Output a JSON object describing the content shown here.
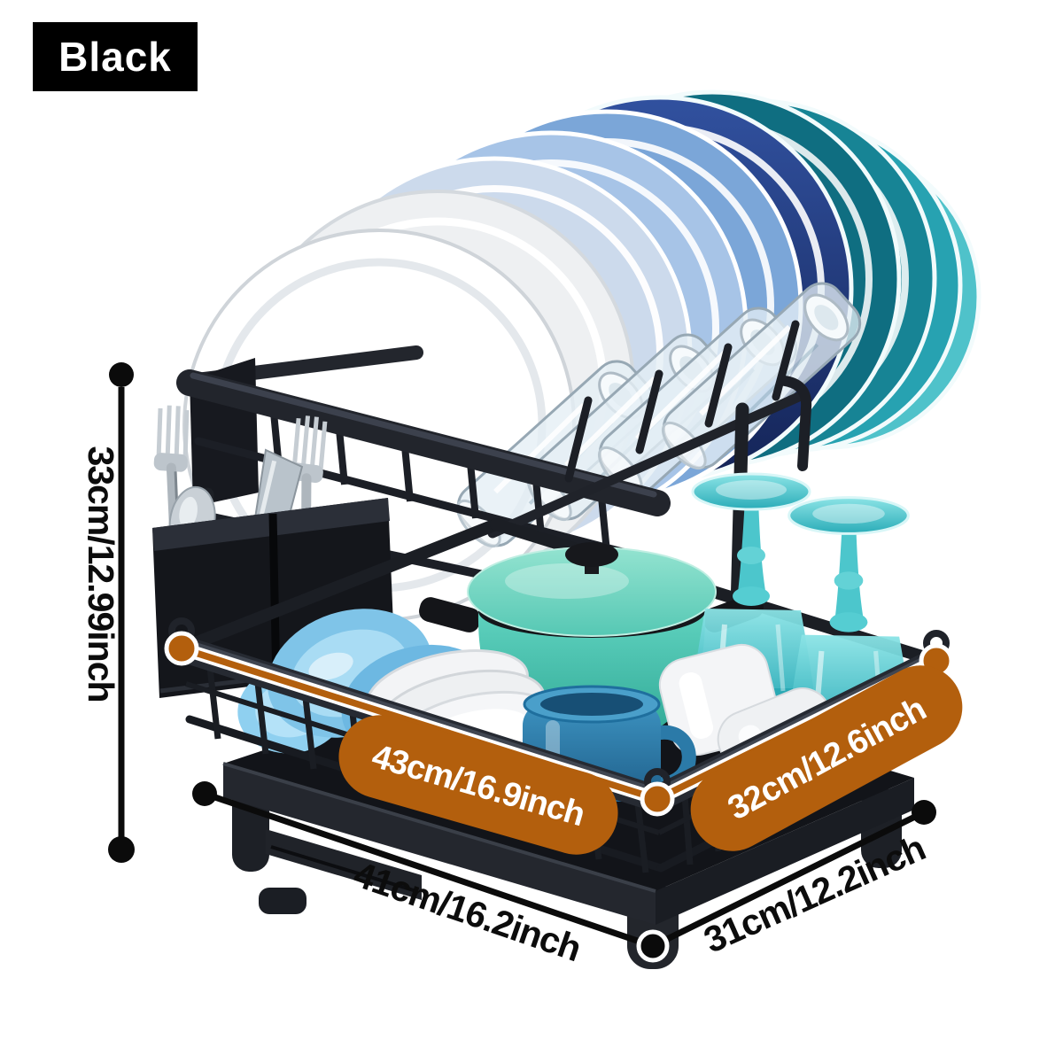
{
  "product": {
    "variant_label": "Black",
    "colors": {
      "accent_orange": "#b35f0d",
      "annotation_black": "#0b0b0b",
      "rack_black": "#22252c",
      "pot_teal": "#54cab8",
      "mug_blue": "#2f7fae",
      "goblet_teal": "#3fc3c9",
      "plate_palette": [
        "#ffffff",
        "#eef0f2",
        "#ccdaec",
        "#a7c4e7",
        "#7ba6d8",
        "#24418f",
        "#0f6e81",
        "#178495",
        "#27a2b1",
        "#4fc2ca"
      ]
    }
  },
  "dimension_annotations": {
    "height": "33cm/12.99inch",
    "inner_length": "43cm/16.9inch",
    "inner_width": "32cm/12.6inch",
    "base_length": "41cm/16.2inch",
    "base_width": "31cm/12.2inch"
  }
}
